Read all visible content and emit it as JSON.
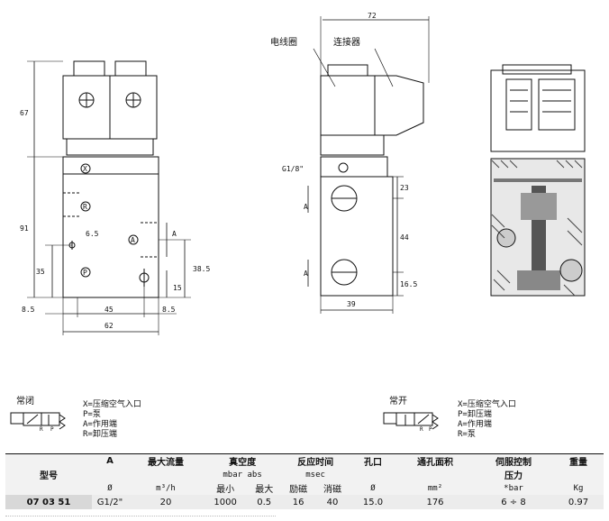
{
  "drawing": {
    "front_dims": {
      "h_top": "67",
      "h_body": "91",
      "h_port": "35",
      "h_center": "38.5",
      "h_15": "15",
      "d_6_5": "6.5",
      "w_8_5_left": "8.5",
      "w_45": "45",
      "w_8_5_right": "8.5",
      "w_62": "62",
      "a_label": "A"
    },
    "front_ports": {
      "x": "X",
      "r": "R",
      "a": "A",
      "p": "P"
    },
    "side_dims": {
      "w_72": "72",
      "coil_label": "电线圈",
      "connector_label": "连接器",
      "g18": "G1/8\"",
      "d_23": "23",
      "d_44": "44",
      "d_16_5": "16.5",
      "w_39": "39",
      "a_upper": "A",
      "a_lower": "A"
    }
  },
  "symbols": {
    "nc": {
      "title": "常闭",
      "lines": [
        "X=压缩空气入口",
        "P=泵",
        "A=作用端",
        "R=卸压端"
      ]
    },
    "no": {
      "title": "常开",
      "lines": [
        "X=压缩空气入口",
        "P=卸压端",
        "A=作用端",
        "R=泵"
      ]
    }
  },
  "table": {
    "headers": {
      "model": "型号",
      "a": "A",
      "max_flow": "最大流量",
      "vacuum": "真空度",
      "vacuum_unit": "mbar abs",
      "response": "反应时间",
      "response_unit": "msec",
      "port": "孔口",
      "area": "通孔面积",
      "servo": "伺服控制",
      "servo2": "压力",
      "weight": "重量"
    },
    "subheaders": {
      "a": "Ø",
      "flow": "m³/h",
      "vac_min": "最小",
      "vac_max": "最大",
      "energize": "励磁",
      "deenergize": "消磁",
      "port": "Ø",
      "area": "mm²",
      "servo": "*bar",
      "weight": "Kg"
    },
    "row": {
      "model": "07 03 51",
      "a": "G1/2\"",
      "flow": "20",
      "vac_min": "1000",
      "vac_max": "0.5",
      "energize": "16",
      "deenergize": "40",
      "port": "15.0",
      "area": "176",
      "servo": "6 ÷ 8",
      "weight": "0.97"
    }
  }
}
